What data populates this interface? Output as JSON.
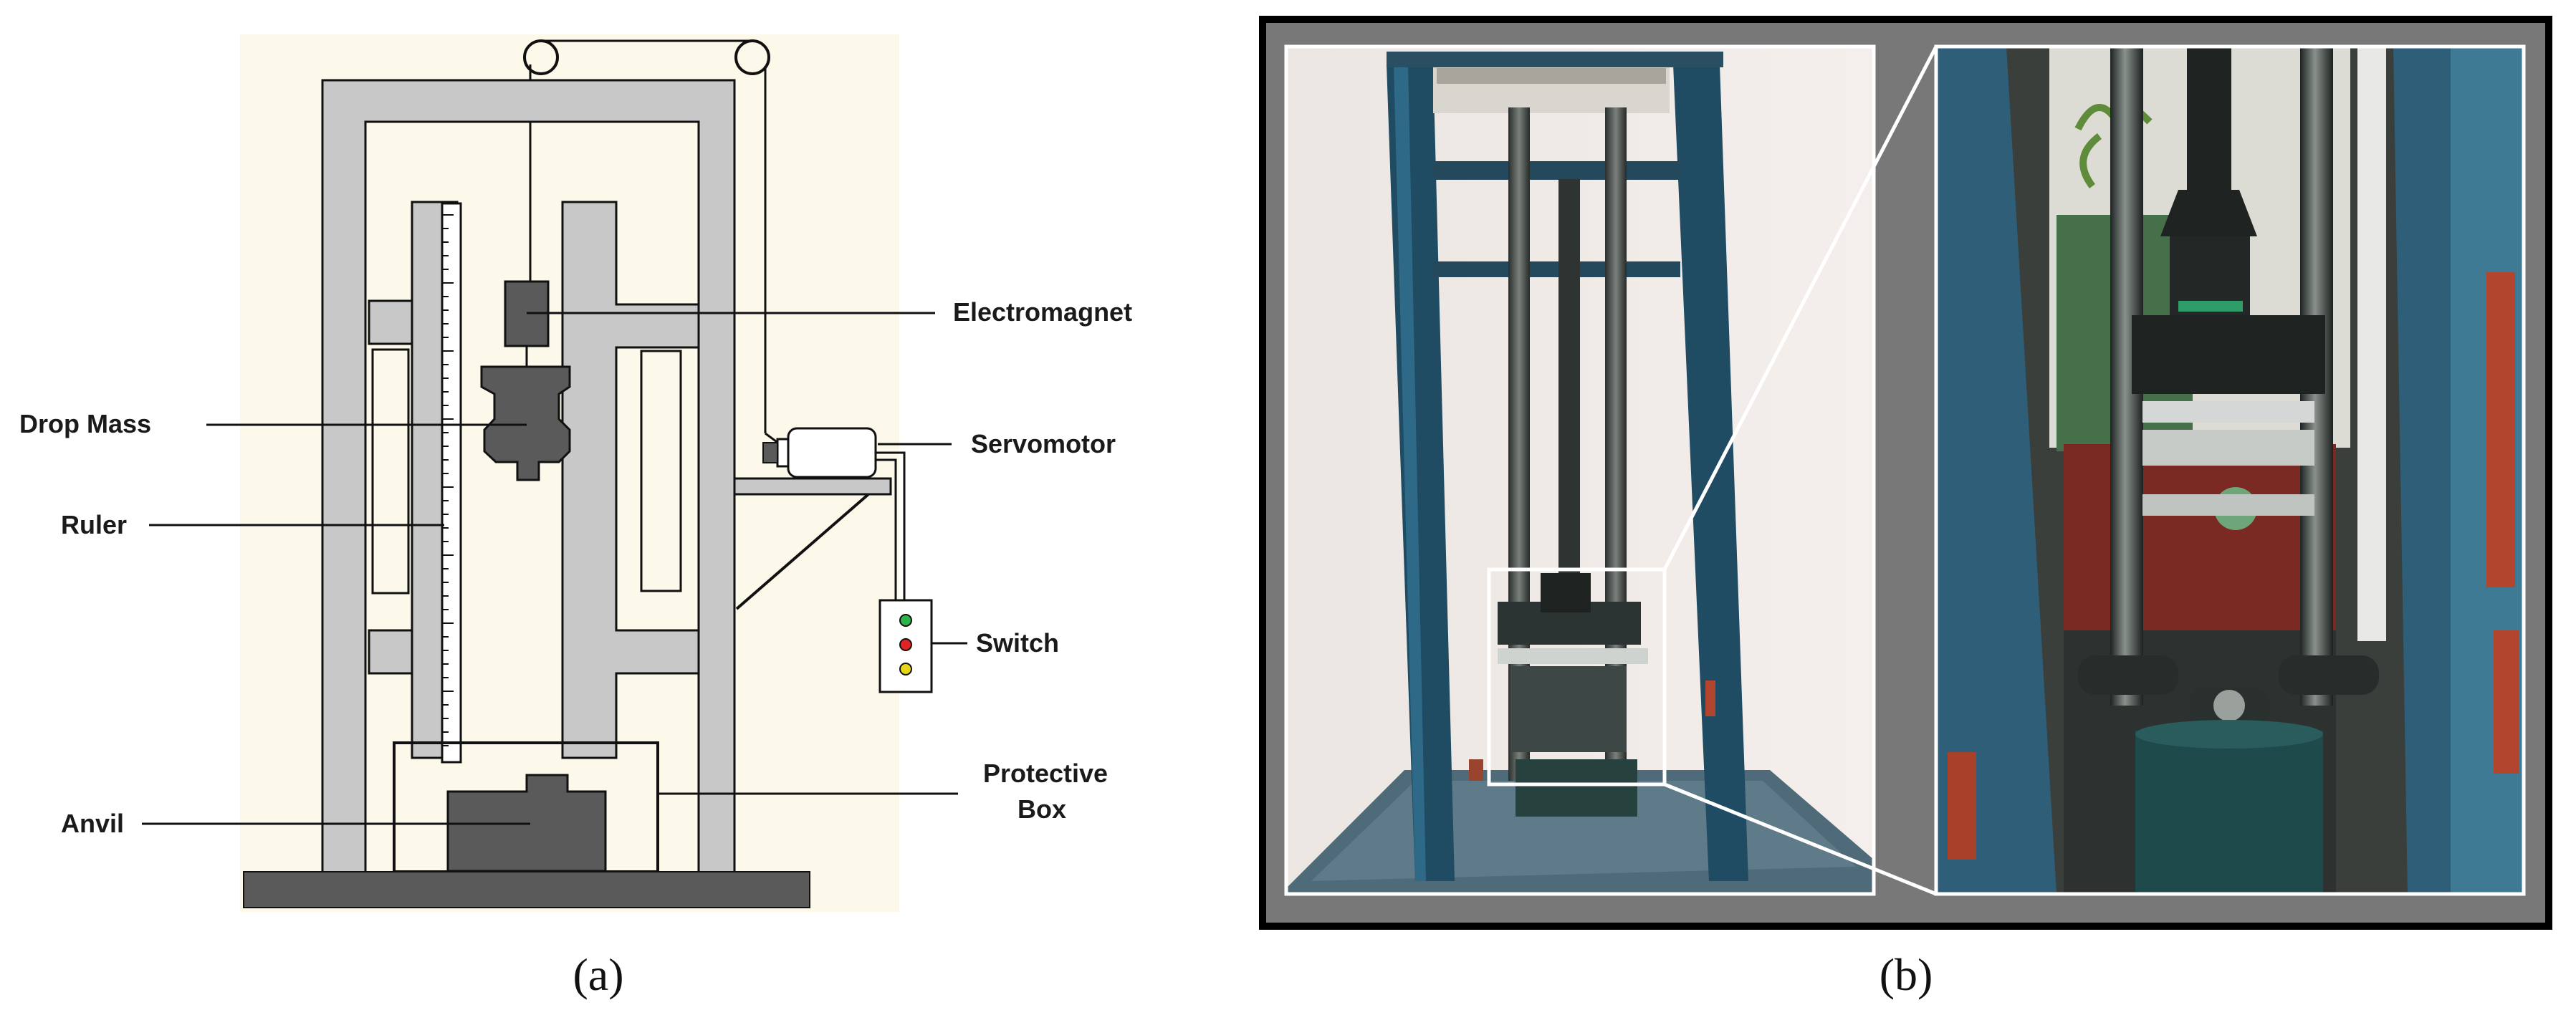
{
  "panel_a": {
    "labels": {
      "electromagnet": "Electromagnet",
      "drop_mass": "Drop Mass",
      "ruler": "Ruler",
      "servomotor": "Servomotor",
      "switch": "Switch",
      "protective_line1": "Protective",
      "protective_line2": "Box",
      "anvil": "Anvil"
    },
    "caption": "(a)"
  },
  "panel_b": {
    "caption": "(b)"
  },
  "colors": {
    "frame_gray": "#c8c8c8",
    "dark_gray": "#5a5a5a",
    "diagram_bg": "#fcf9ea",
    "photo_frame": "#787878",
    "steel_blue": "#2f5f78",
    "rust": "#b2452e"
  }
}
